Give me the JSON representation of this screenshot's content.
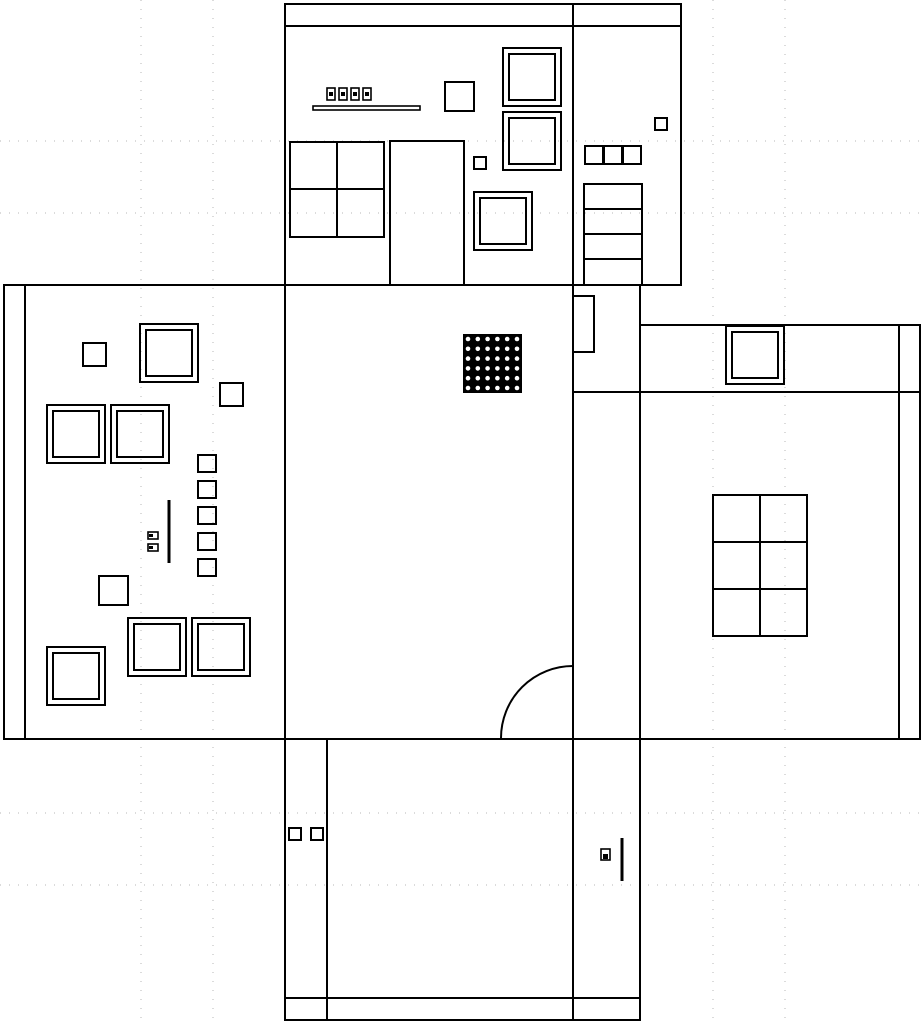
{
  "diagram": {
    "type": "floor-plan",
    "title": "",
    "has_background_grid": true,
    "line_color": "#000000",
    "grid_color": "#b7b7b7",
    "background_color": "#ffffff",
    "rooms": [
      "central-hall",
      "north-room",
      "north-closet",
      "west-room",
      "east-room",
      "east-alcove",
      "south-corridor",
      "south-west-closet",
      "south-east-closet"
    ],
    "fixtures": [
      "bookshelf",
      "table-with-4-chairs",
      "table-with-6-chairs",
      "storage-shelves",
      "bench-with-books",
      "cabinet-with-books",
      "wall-switch",
      "drain-grid",
      "door-swing-arc"
    ],
    "labels": []
  }
}
